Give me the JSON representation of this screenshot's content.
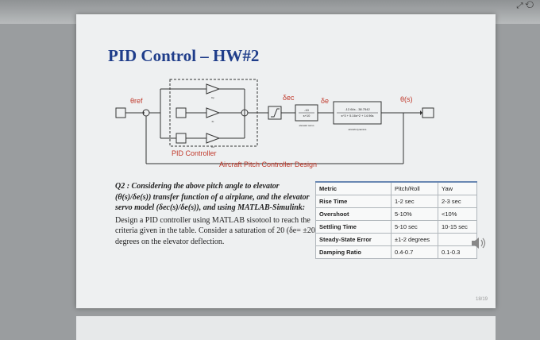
{
  "slide": {
    "title": "PID Control – HW#2",
    "page_number": "18/19"
  },
  "diagram": {
    "theta_ref": "θref",
    "theta_out": "θ(s)",
    "delta_ec": "δec",
    "delta_e": "δe",
    "pid_label": "PID Controller",
    "design_label": "Aircraft Pitch Controller Design",
    "servo_tf_num": "-10",
    "servo_tf_den": "s+10",
    "servo_name": "elevator servo",
    "plant_tf_num": "-12.64s - 38.7542",
    "plant_tf_den": "s^3 + 5.16s^2 + 14.96s",
    "plant_name": "aircraft dynamics",
    "kp_label": "Kp",
    "ki_label": "Ki",
    "kd_label": "Kd"
  },
  "question": {
    "q_label": "Q2 : Considering the above pitch angle to elevator",
    "line2": "(θ(s)/δe(s)) transfer function of a airplane, and the elevator",
    "line3": "servo model (δec(s)/δe(s)), and using MATLAB-Simulink:",
    "body": "Design a PID controller using MATLAB sisotool to reach the criteria given in the table. Consider a saturation of 20 (δe= ±20 ) degrees on the elevator deflection."
  },
  "table": {
    "headers": [
      "Metric",
      "Pitch/Roll",
      "Yaw"
    ],
    "rows": [
      [
        "Rise Time",
        "1-2 sec",
        "2-3 sec"
      ],
      [
        "Overshoot",
        "5-10%",
        "<10%"
      ],
      [
        "Settling Time",
        "5-10 sec",
        "10-15 sec"
      ],
      [
        "Steady-State Error",
        "±1-2 degrees",
        ""
      ],
      [
        "Damping Ratio",
        "0.4-0.7",
        "0.1-0.3"
      ]
    ]
  }
}
